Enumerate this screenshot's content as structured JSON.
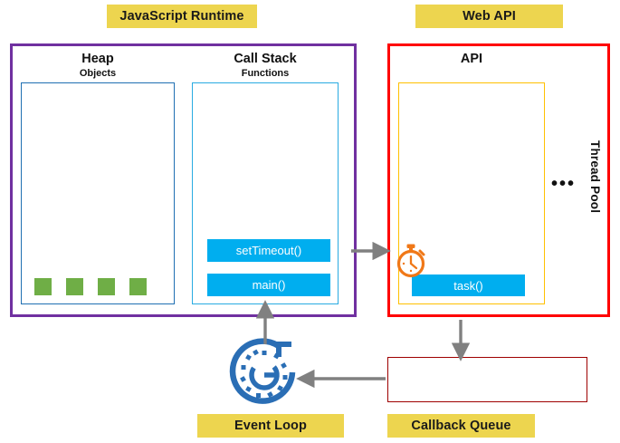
{
  "diagram": {
    "title": "JavaScript Event Loop Architecture",
    "colors": {
      "tag_yellow": "#EDD54F",
      "runtime_purple": "#7030A0",
      "webapi_red": "#FF0000",
      "callback_queue_red": "#9E0000",
      "heap_border_blue": "#1F6FB2",
      "stack_border_blue": "#29ABE2",
      "api_border_yellow": "#FFC000",
      "frame_blue": "#00AEEF",
      "heap_object_green": "#6FAE46",
      "stopwatch_orange": "#F07818",
      "eventloop_blue": "#2A6EB5",
      "arrow_gray": "#808080"
    }
  },
  "tags": {
    "javascript_runtime": "JavaScript Runtime",
    "web_api": "Web API",
    "event_loop": "Event Loop",
    "callback_queue": "Callback Queue"
  },
  "runtime": {
    "heap": {
      "title": "Heap",
      "subtitle": "Objects",
      "objects": [
        "object-1",
        "object-2",
        "object-3",
        "object-4"
      ]
    },
    "call_stack": {
      "title": "Call Stack",
      "subtitle": "Functions",
      "frames": [
        "setTimeout()",
        "main()"
      ]
    }
  },
  "web_api": {
    "title": "API",
    "thread_pool_label": "Thread Pool",
    "ellipsis": "•••",
    "tasks": [
      "task()"
    ],
    "timer_icon": "stopwatch-icon"
  },
  "callback_queue": {
    "items": []
  },
  "icons": {
    "event_loop": "event-loop-icon",
    "stopwatch": "stopwatch-icon"
  },
  "arrows": [
    {
      "name": "call-stack-to-api",
      "from": "Call Stack",
      "to": "API",
      "direction": "right"
    },
    {
      "name": "api-to-callback-queue",
      "from": "Web API",
      "to": "Callback Queue",
      "direction": "down"
    },
    {
      "name": "callback-queue-to-event-loop",
      "from": "Callback Queue",
      "to": "Event Loop",
      "direction": "left"
    },
    {
      "name": "event-loop-to-call-stack",
      "from": "Event Loop",
      "to": "Call Stack",
      "direction": "up"
    }
  ]
}
